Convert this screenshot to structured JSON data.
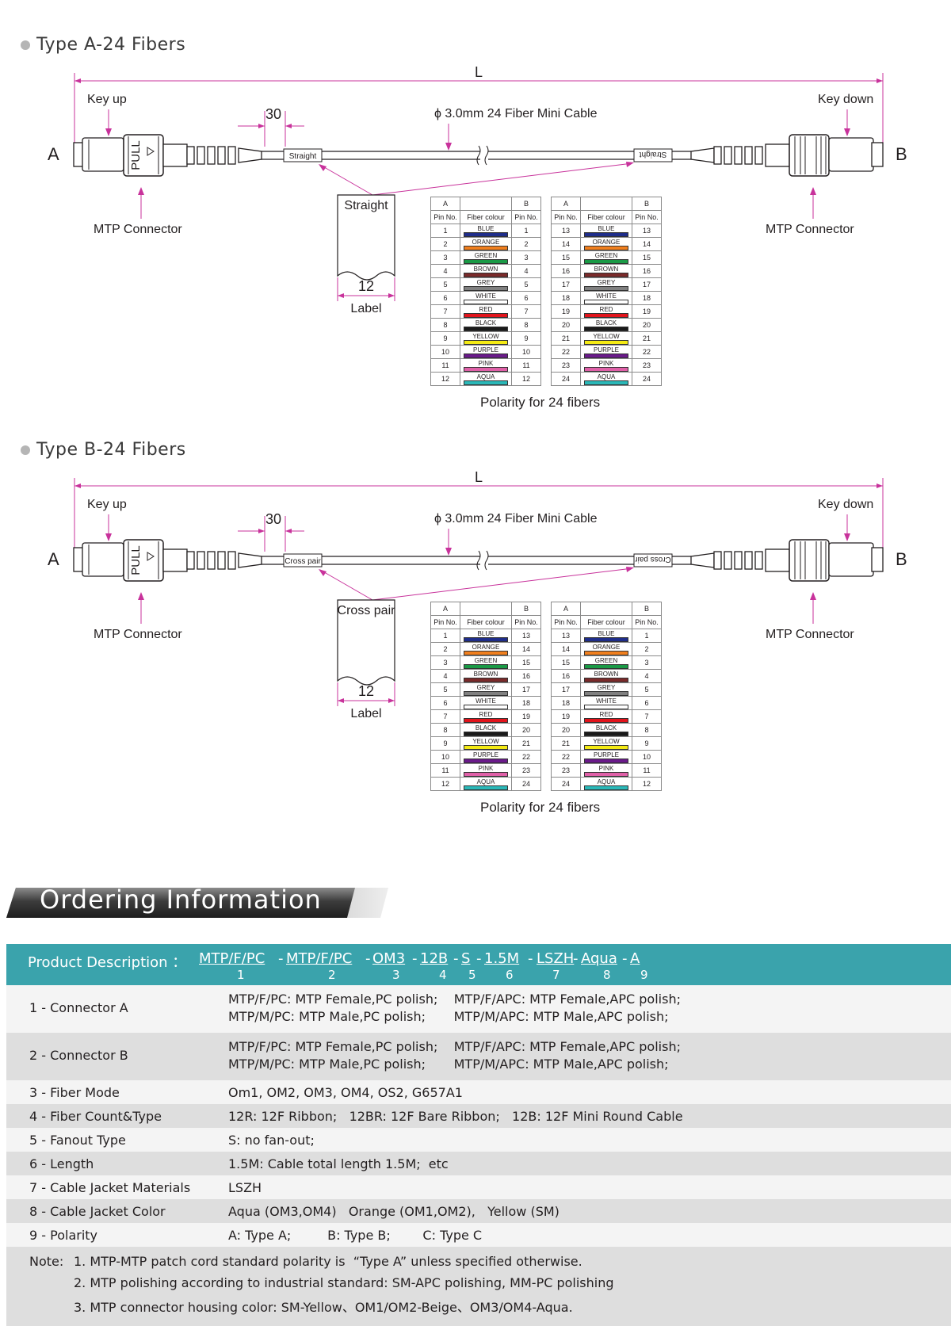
{
  "typeA": {
    "title": "Type A-24 Fibers",
    "L": "L",
    "key_up": "Key up",
    "key_down": "Key down",
    "end_a": "A",
    "end_b": "B",
    "dim_30": "30",
    "cable": "ϕ 3.0mm 24 Fiber Mini Cable",
    "connector_label_left": "MTP Connector",
    "connector_label_right": "MTP Connector",
    "pull": "PULL",
    "tag_text": "Straight",
    "label_box_text": "Straight",
    "label_dim": "12",
    "label_caption": "Label",
    "polarity_caption": "Polarity for 24 fibers",
    "header_a": "A",
    "header_b": "B",
    "col_pin": "Pin No.",
    "col_fiber": "Fiber colour",
    "left_a_pins": [
      "1",
      "2",
      "3",
      "4",
      "5",
      "6",
      "7",
      "8",
      "9",
      "10",
      "11",
      "12"
    ],
    "left_b_pins": [
      "1",
      "2",
      "3",
      "4",
      "5",
      "6",
      "7",
      "8",
      "9",
      "10",
      "11",
      "12"
    ],
    "right_a_pins": [
      "13",
      "14",
      "15",
      "16",
      "17",
      "18",
      "19",
      "20",
      "21",
      "22",
      "23",
      "24"
    ],
    "right_b_pins": [
      "13",
      "14",
      "15",
      "16",
      "17",
      "18",
      "19",
      "20",
      "21",
      "22",
      "23",
      "24"
    ]
  },
  "typeB": {
    "title": "Type B-24 Fibers",
    "L": "L",
    "key_up": "Key up",
    "key_down": "Key down",
    "end_a": "A",
    "end_b": "B",
    "dim_30": "30",
    "cable": "ϕ 3.0mm 24 Fiber Mini Cable",
    "connector_label_left": "MTP Connector",
    "connector_label_right": "MTP Connector",
    "pull": "PULL",
    "tag_text": "Cross pair",
    "label_box_text": "Cross pair",
    "label_dim": "12",
    "label_caption": "Label",
    "polarity_caption": "Polarity for 24 fibers",
    "header_a": "A",
    "header_b": "B",
    "col_pin": "Pin No.",
    "col_fiber": "Fiber colour",
    "left_a_pins": [
      "1",
      "2",
      "3",
      "4",
      "5",
      "6",
      "7",
      "8",
      "9",
      "10",
      "11",
      "12"
    ],
    "left_b_pins": [
      "13",
      "14",
      "15",
      "16",
      "17",
      "18",
      "19",
      "20",
      "21",
      "22",
      "23",
      "24"
    ],
    "right_a_pins": [
      "13",
      "14",
      "15",
      "16",
      "17",
      "18",
      "19",
      "20",
      "21",
      "22",
      "23",
      "24"
    ],
    "right_b_pins": [
      "1",
      "2",
      "3",
      "4",
      "5",
      "6",
      "7",
      "8",
      "9",
      "10",
      "11",
      "12"
    ]
  },
  "fiber_colours": [
    {
      "name": "BLUE",
      "hex": "#1f2d8a"
    },
    {
      "name": "ORANGE",
      "hex": "#f07f1e"
    },
    {
      "name": "GREEN",
      "hex": "#1a9a46"
    },
    {
      "name": "BROWN",
      "hex": "#7a2a2a"
    },
    {
      "name": "GREY",
      "hex": "#808080"
    },
    {
      "name": "WHITE",
      "hex": "#ffffff"
    },
    {
      "name": "RED",
      "hex": "#e2141c"
    },
    {
      "name": "BLACK",
      "hex": "#1a1a1a"
    },
    {
      "name": "YELLOW",
      "hex": "#f4ea14"
    },
    {
      "name": "PURPLE",
      "hex": "#6a1a8a"
    },
    {
      "name": "PINK",
      "hex": "#e060a8"
    },
    {
      "name": "AQUA",
      "hex": "#2ab8b8"
    }
  ],
  "ordering": {
    "banner": "Ordering Information",
    "pd_label": "Product Description ：",
    "pd_parts": [
      "MTP/F/PC",
      "MTP/F/PC",
      "OM3",
      "12B",
      "S",
      "1.5M",
      "LSZH",
      "Aqua",
      "A"
    ],
    "pd_seps": [
      "-",
      "-",
      "-",
      "-",
      "-",
      "-",
      "-",
      "-"
    ],
    "pd_nums": [
      "1",
      "2",
      "3",
      "4",
      "5",
      "6",
      "7",
      "8",
      "9"
    ],
    "rows": [
      {
        "key": "1 - Connector A",
        "lines": [
          "MTP/F/PC: MTP Female,PC polish;    MTP/F/APC: MTP Female,APC polish;",
          "MTP/M/PC: MTP Male,PC polish;       MTP/M/APC: MTP Male,APC polish;"
        ]
      },
      {
        "key": "2 - Connector B",
        "lines": [
          "MTP/F/PC: MTP Female,PC polish;    MTP/F/APC: MTP Female,APC polish;",
          "MTP/M/PC: MTP Male,PC polish;       MTP/M/APC: MTP Male,APC polish;"
        ]
      },
      {
        "key": "3 - Fiber Mode",
        "lines": [
          "Om1, OM2, OM3, OM4, OS2, G657A1"
        ]
      },
      {
        "key": "4 - Fiber Count&Type",
        "lines": [
          "12R: 12F Ribbon;   12BR: 12F Bare Ribbon;   12B: 12F Mini Round Cable"
        ]
      },
      {
        "key": "5 - Fanout Type",
        "lines": [
          "S: no fan-out;"
        ]
      },
      {
        "key": "6 - Length",
        "lines": [
          "1.5M: Cable total length 1.5M;  etc"
        ]
      },
      {
        "key": "7 - Cable Jacket Materials",
        "lines": [
          "LSZH"
        ]
      },
      {
        "key": "8 - Cable Jacket Color",
        "lines": [
          "Aqua (OM3,OM4)   Orange (OM1,OM2),   Yellow (SM)"
        ]
      },
      {
        "key": "9 - Polarity",
        "lines": [
          "A: Type A;         B: Type B;        C: Type C"
        ]
      }
    ],
    "note_label": "Note:",
    "notes": [
      "1. MTP-MTP patch cord standard polarity is  “Type A” unless specified otherwise.",
      "2. MTP polishing according to industrial standard: SM-APC polishing, MM-PC polishing",
      "3. MTP connector housing color: SM-Yellow、OM1/OM2-Beige、OM3/OM4-Aqua."
    ]
  }
}
